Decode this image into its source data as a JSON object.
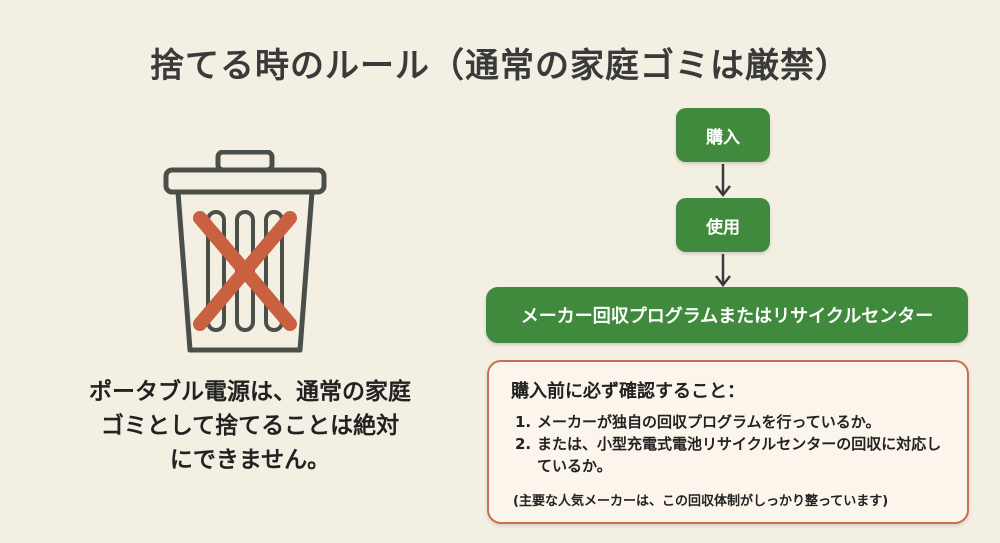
{
  "title": "捨てる時のルール（通常の家庭ゴミは厳禁）",
  "rule_text_lines": [
    "ポータブル電源は、通常の家庭",
    "ゴミとして捨てることは絶対",
    "にできません。"
  ],
  "flow": {
    "step1": "購入",
    "step2": "使用",
    "step3": "メーカー回収プログラムまたはリサイクルセンター"
  },
  "check": {
    "heading": "購入前に必ず確認すること：",
    "items": [
      {
        "num": "1.",
        "text": "メーカーが独自の回収プログラムを行っているか。"
      },
      {
        "num": "2.",
        "text": "または、小型充電式電池リサイクルセンターの回収に対応しているか。"
      }
    ],
    "note": "(主要な人気メーカーは、この回収体制がしっかり整っています)"
  },
  "colors": {
    "background": "#f4efe3",
    "flow_green": "#3f8a3c",
    "card_border": "#c8714d",
    "cross": "#c9603f",
    "trash_stroke": "#4a5049"
  },
  "icons": [
    "trash-can-icon",
    "prohibited-cross-icon",
    "down-arrow-icon"
  ]
}
